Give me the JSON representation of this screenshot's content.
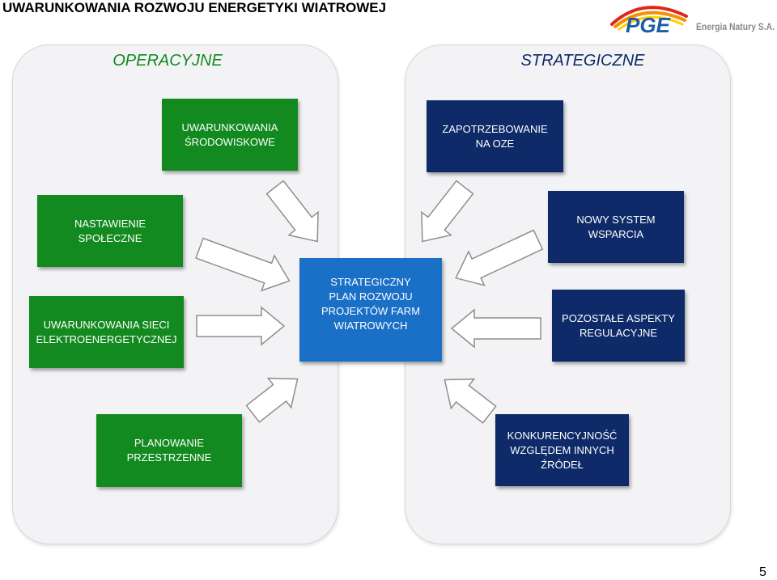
{
  "slide": {
    "title": "UWARUNKOWANIA ROZWOJU ENERGETYKI WIATROWEJ",
    "page_number": "5"
  },
  "logo": {
    "mark": "PGE",
    "tagline": "Energia Natury S.A.",
    "icon": "pge-arc-logo"
  },
  "colors": {
    "green": "#128a1f",
    "navy": "#0e2a68",
    "blue": "#1a6fc6",
    "panel": "#f3f3f5"
  },
  "panels": {
    "operational": {
      "heading": "OPERACYJNE",
      "boxes": [
        {
          "lines": [
            "UWARUNKOWANIA",
            "ŚRODOWISKOWE"
          ]
        },
        {
          "lines": [
            "NASTAWIENIE",
            "SPOŁECZNE"
          ]
        },
        {
          "lines": [
            "UWARUNKOWANIA SIECI",
            "ELEKTROENERGETYCZNEJ"
          ]
        },
        {
          "lines": [
            "PLANOWANIE",
            "PRZESTRZENNE"
          ]
        }
      ]
    },
    "strategic": {
      "heading": "STRATEGICZNE",
      "boxes": [
        {
          "lines": [
            "ZAPOTRZEBOWANIE",
            "NA OZE"
          ]
        },
        {
          "lines": [
            "NOWY SYSTEM",
            "WSPARCIA"
          ]
        },
        {
          "lines": [
            "POZOSTAŁE ASPEKTY",
            "REGULACYJNE"
          ]
        },
        {
          "lines": [
            "KONKURENCYJNOŚĆ",
            "WZGLĘDEM INNYCH",
            "ŹRÓDEŁ"
          ]
        }
      ]
    }
  },
  "center": {
    "lines": [
      "STRATEGICZNY",
      "PLAN ROZWOJU",
      "PROJEKTÓW FARM",
      "WIATROWYCH"
    ]
  }
}
